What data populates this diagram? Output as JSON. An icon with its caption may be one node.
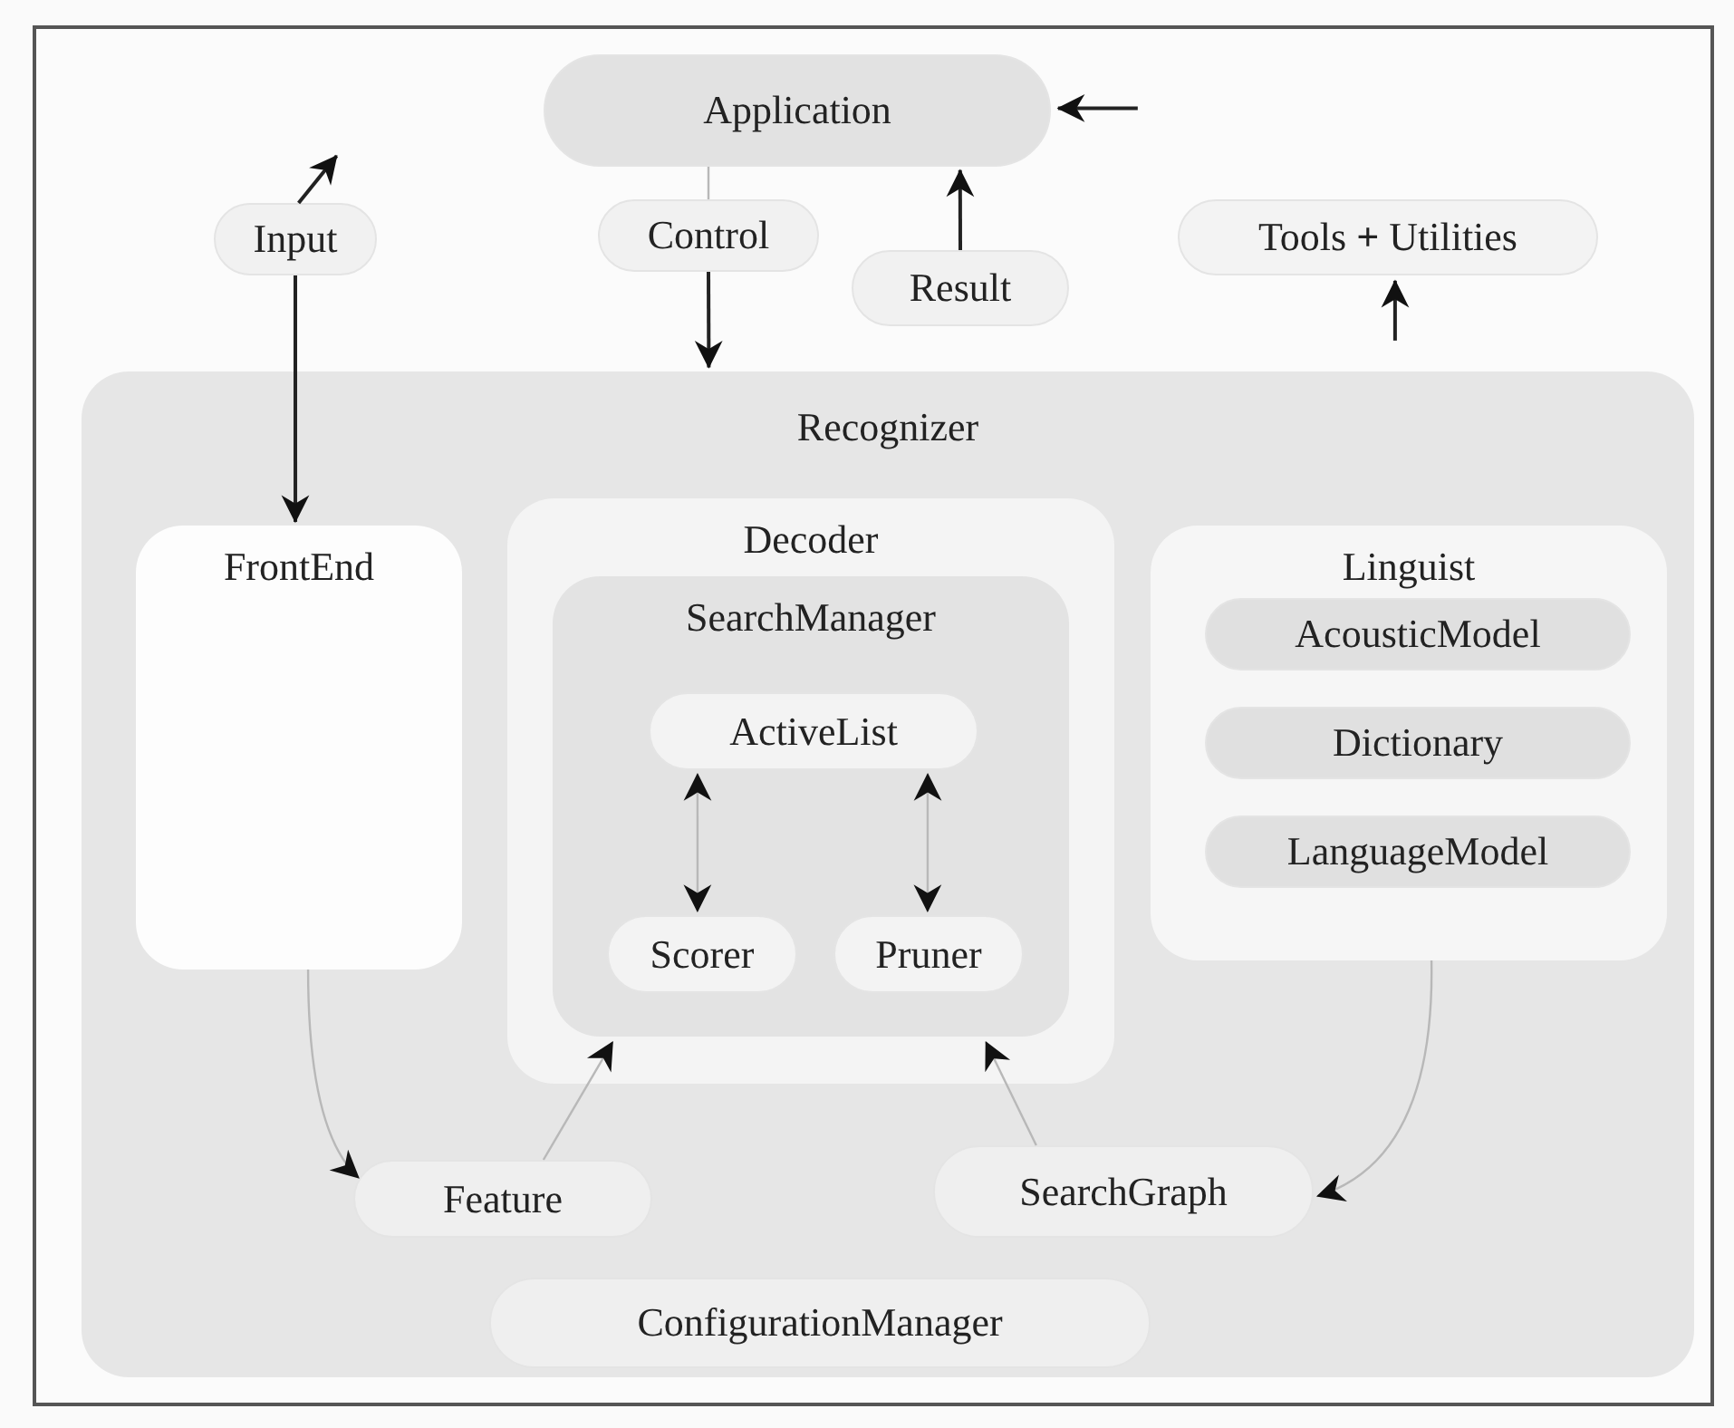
{
  "diagram": {
    "nodes": [
      {
        "text": [
          "Application"
        ]
      },
      {
        "text": [
          "Input"
        ]
      },
      {
        "text": [
          "Control"
        ]
      },
      {
        "text": [
          "Result"
        ]
      },
      {
        "text": [
          "Tools **+** Utilities"
        ]
      },
      {
        "text": [
          "Recognizer"
        ]
      },
      {
        "text": [
          "FrontEnd"
        ],
        "in": 5
      },
      {
        "text": [
          "Decoder"
        ],
        "in": 5
      },
      {
        "text": [
          "SearchManager"
        ],
        "in": 7
      },
      {
        "text": [
          "ActiveList"
        ],
        "in": 8
      },
      {
        "text": [
          "Scorer"
        ],
        "in": 8
      },
      {
        "text": [
          "Pruner"
        ],
        "in": 8
      },
      {
        "text": [
          "Linguist"
        ],
        "in": 5
      },
      {
        "text": [
          "AcousticModel"
        ],
        "in": 12
      },
      {
        "text": [
          "Dictionary"
        ],
        "in": 12
      },
      {
        "text": [
          "LanguageModel"
        ],
        "in": 12
      },
      {
        "text": [
          "Feature"
        ],
        "in": 5
      },
      {
        "text": [
          "SearchGraph"
        ],
        "in": 5
      },
      {
        "text": [
          "ConfigurationManager"
        ],
        "in": 5
      }
    ],
    "edges": [
      {
        "from": 1,
        "to": null,
        "arrow": "to",
        "color": "#222222"
      },
      {
        "from": null,
        "to": 0,
        "arrow": "to",
        "color": "#222222"
      },
      {
        "from": 0,
        "to": 2,
        "arrow": "none"
      },
      {
        "from": 2,
        "to": 5,
        "arrow": "to",
        "color": "#222222"
      },
      {
        "from": 3,
        "to": 0,
        "arrow": "to",
        "color": "#222222"
      },
      {
        "from": null,
        "to": 4,
        "arrow": "to",
        "color": "#222222"
      },
      {
        "from": 1,
        "to": 6,
        "arrow": "to",
        "color": "#222222"
      },
      {
        "from": 6,
        "to": 16,
        "arrow": "to"
      },
      {
        "from": 16,
        "to": 8,
        "arrow": "to"
      },
      {
        "from": 17,
        "to": 8,
        "arrow": "to"
      },
      {
        "from": 12,
        "to": 17,
        "arrow": "to"
      },
      {
        "from": 9,
        "to": 10,
        "arrow": "both"
      },
      {
        "from": 9,
        "to": 11,
        "arrow": "both"
      }
    ]
  }
}
